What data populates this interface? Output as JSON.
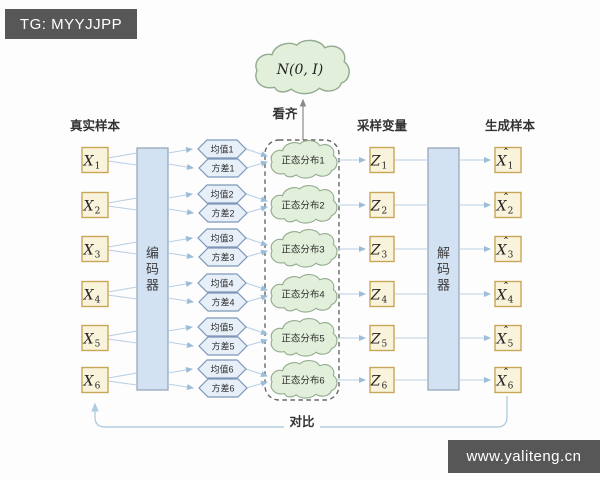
{
  "banners": {
    "top_left": "TG: MYYJJPP",
    "bottom_right": "www.yaliteng.cn"
  },
  "headers": {
    "real_samples": "真实样本",
    "sampled_vars": "采样变量",
    "generated_samples": "生成样本"
  },
  "top_cloud_label": "N(0, I)",
  "align_label": "看齐",
  "compare_label": "对比",
  "encoder_label": "编码器",
  "decoder_label": "解码器",
  "hat_mark": "ˆ",
  "rows": [
    {
      "x_base": "X",
      "x_sub": "1",
      "mean": "均值1",
      "variance": "方差1",
      "dist": "正态分布1",
      "z_base": "Z",
      "z_sub": "1",
      "xhat_base": "X",
      "xhat_sub": "1"
    },
    {
      "x_base": "X",
      "x_sub": "2",
      "mean": "均值2",
      "variance": "方差2",
      "dist": "正态分布2",
      "z_base": "Z",
      "z_sub": "2",
      "xhat_base": "X",
      "xhat_sub": "2"
    },
    {
      "x_base": "X",
      "x_sub": "3",
      "mean": "均值3",
      "variance": "方差3",
      "dist": "正态分布3",
      "z_base": "Z",
      "z_sub": "3",
      "xhat_base": "X",
      "xhat_sub": "3"
    },
    {
      "x_base": "X",
      "x_sub": "4",
      "mean": "均值4",
      "variance": "方差4",
      "dist": "正态分布4",
      "z_base": "Z",
      "z_sub": "4",
      "xhat_base": "X",
      "xhat_sub": "4"
    },
    {
      "x_base": "X",
      "x_sub": "5",
      "mean": "均值5",
      "variance": "方差5",
      "dist": "正态分布5",
      "z_base": "Z",
      "z_sub": "5",
      "xhat_base": "X",
      "xhat_sub": "5"
    },
    {
      "x_base": "X",
      "x_sub": "6",
      "mean": "均值6",
      "variance": "方差6",
      "dist": "正态分布6",
      "z_base": "Z",
      "z_sub": "6",
      "xhat_base": "X",
      "xhat_sub": "6"
    }
  ],
  "colors": {
    "box_fill": "#faf3dc",
    "box_border": "#c9a558",
    "panel_fill": "#d3e2f3",
    "panel_border": "#96a8bc",
    "hex_fill": "#e7eff8",
    "hex_border": "#7e97b8",
    "cloud_fill": "#e2efdb",
    "cloud_border": "#93ab8e",
    "line": "#b9d0e4",
    "arrow": "#9cbdd8",
    "dark_line": "#8a8a8a",
    "dash_border": "#666666",
    "banner_bg": "#575757",
    "banner_text": "#ffffff"
  }
}
